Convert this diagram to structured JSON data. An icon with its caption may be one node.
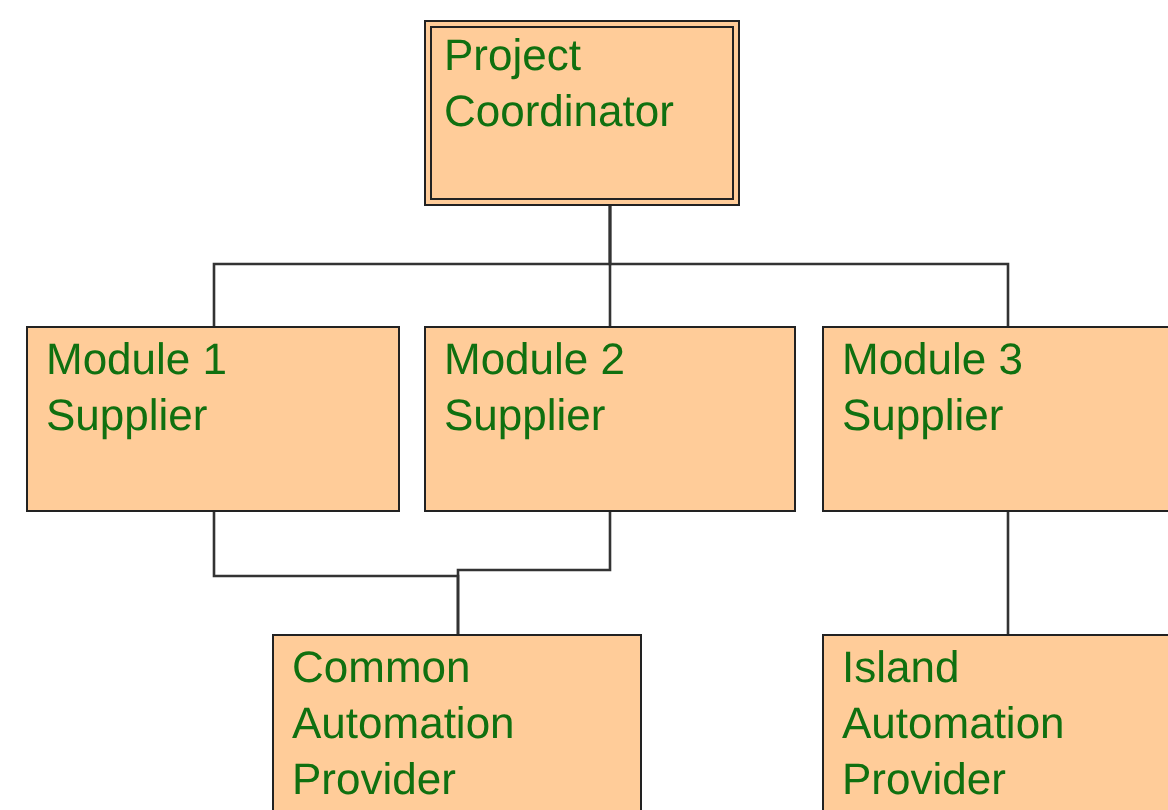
{
  "diagram": {
    "nodes": [
      {
        "text": [
          "Project Coordinator"
        ]
      },
      {
        "text": [
          "Module 1 Supplier"
        ]
      },
      {
        "text": [
          "Module 2 Supplier"
        ]
      },
      {
        "text": [
          "Module 3 Supplier"
        ]
      },
      {
        "text": [
          "Common Automation Provider"
        ]
      },
      {
        "text": [
          "Island Automation Provider"
        ]
      }
    ],
    "edges": [
      {
        "from": 0,
        "to": 1,
        "arrow": "none"
      },
      {
        "from": 0,
        "to": 2,
        "arrow": "none"
      },
      {
        "from": 0,
        "to": 3,
        "arrow": "none"
      },
      {
        "from": 1,
        "to": 4,
        "arrow": "none"
      },
      {
        "from": 2,
        "to": 4,
        "arrow": "none"
      },
      {
        "from": 3,
        "to": 5,
        "arrow": "none"
      }
    ]
  }
}
